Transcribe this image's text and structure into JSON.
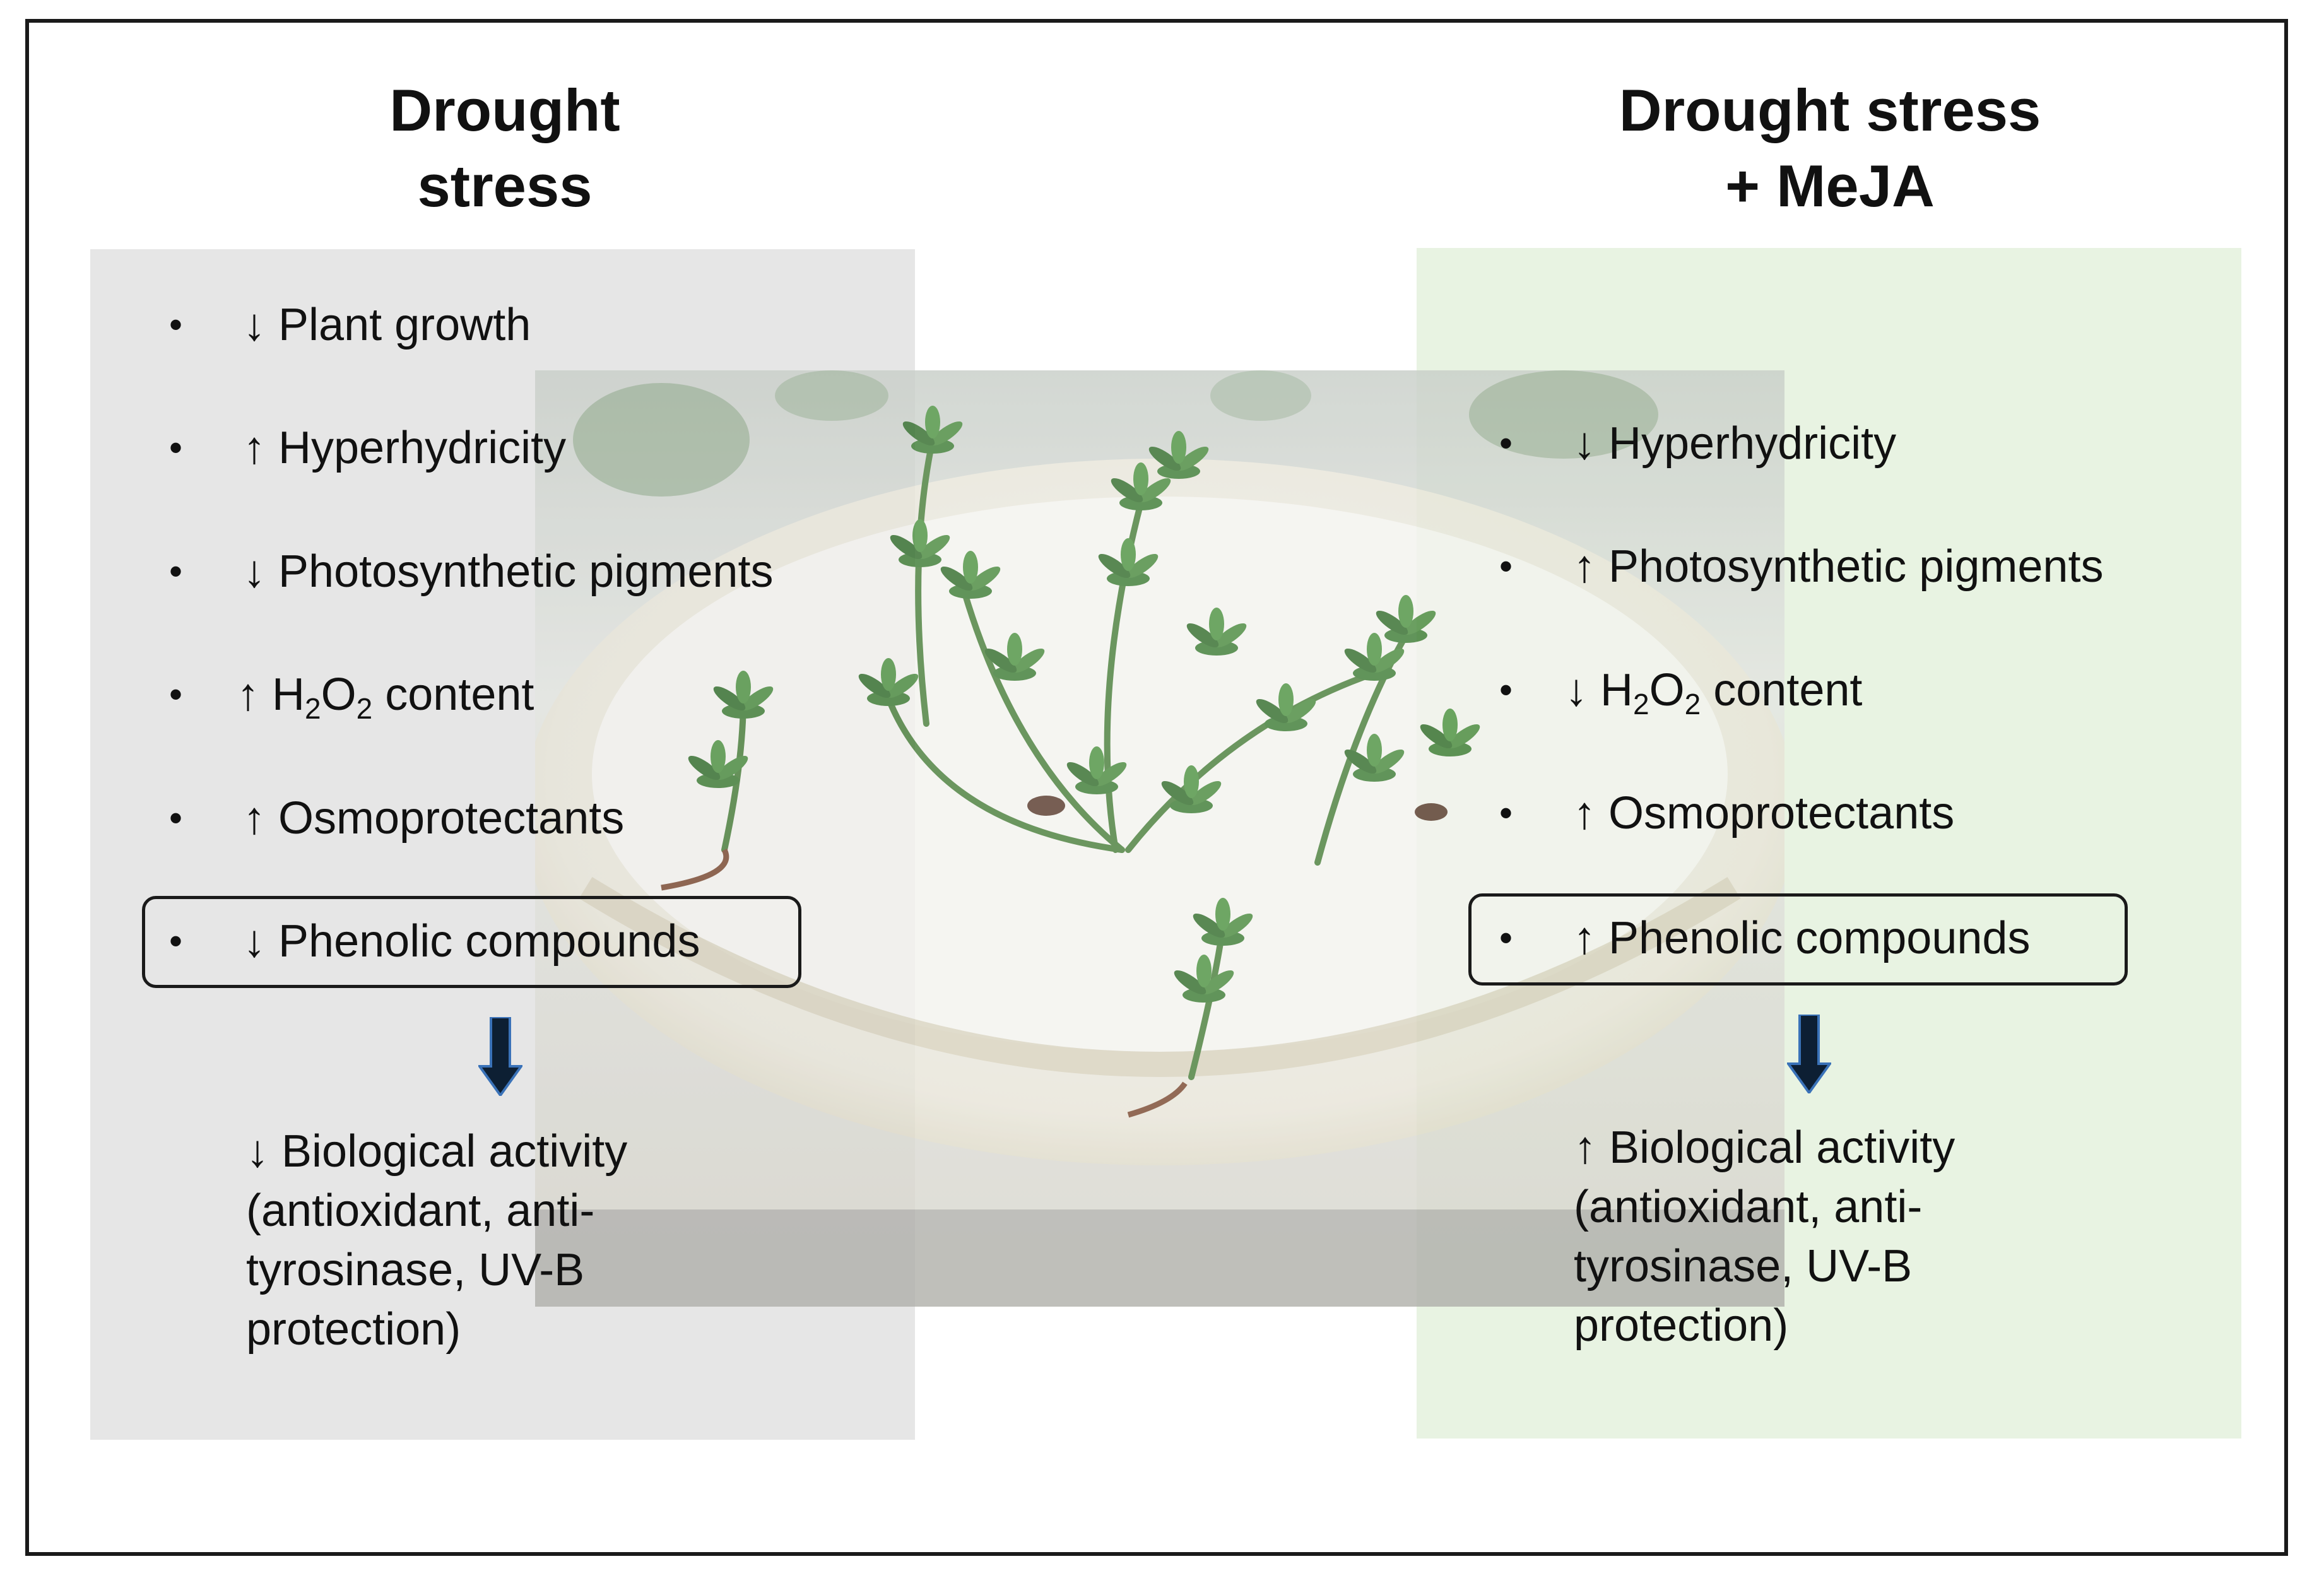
{
  "left": {
    "title_line1": "Drought",
    "title_line2": "stress",
    "items": [
      {
        "arrow": "↓",
        "text": "Plant growth"
      },
      {
        "arrow": "↑",
        "text": "Hyperhydricity"
      },
      {
        "arrow": "↓",
        "text": "Photosynthetic pigments"
      },
      {
        "arrow": "↑",
        "pre": "H",
        "sub1": "2",
        "mid": "O",
        "sub2": "2",
        "post": " content"
      },
      {
        "arrow": "↑",
        "text": "Osmoprotectants"
      },
      {
        "arrow": "↓",
        "text": "Phenolic compounds"
      }
    ],
    "bullet": "•",
    "result": {
      "line1": "↓ Biological activity",
      "line2": "(antioxidant, anti-",
      "line3": "tyrosinase, UV-B",
      "line4": "protection)"
    }
  },
  "right": {
    "title_line1": "Drought stress",
    "title_line2": "+ MeJA",
    "items": [
      {
        "arrow": "↓",
        "text": "Hyperhydricity"
      },
      {
        "arrow": "↑",
        "text": "Photosynthetic pigments"
      },
      {
        "arrow": "↓",
        "pre": "H",
        "sub1": "2",
        "mid": "O",
        "sub2": "2",
        "post": " content"
      },
      {
        "arrow": "↑",
        "text": "Osmoprotectants"
      },
      {
        "arrow": "↑",
        "text": "Phenolic compounds"
      }
    ],
    "bullet": "•",
    "result": {
      "line1": "↑ Biological activity",
      "line2": "(antioxidant, anti-",
      "line3": "tyrosinase, UV-B",
      "line4": "protection)"
    }
  },
  "colors": {
    "left_panel": "#e6e6e6",
    "right_panel": "#e8f3e2",
    "arrow_fill": "#0d1f33",
    "plant_green": "#2f6e2a"
  }
}
